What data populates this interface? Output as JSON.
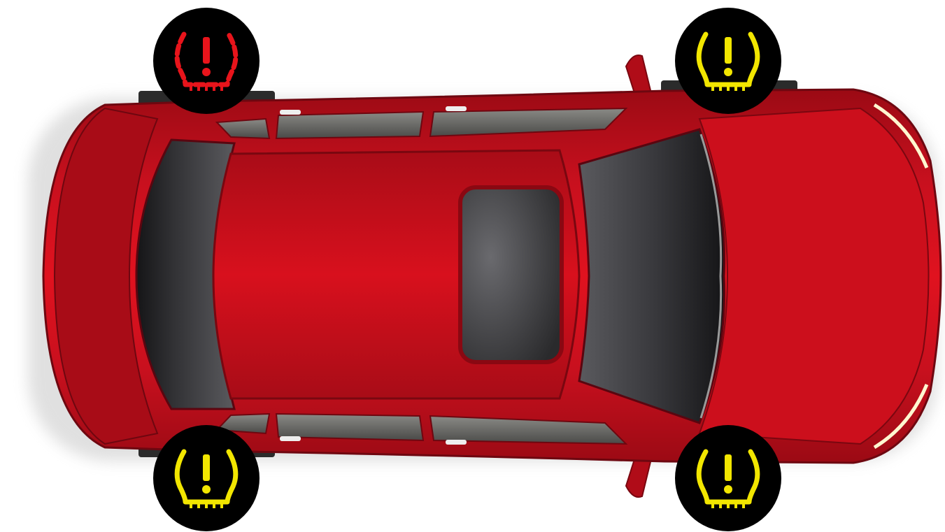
{
  "vehicle": {
    "icon": "car-top-view",
    "body_color": "#d0021b"
  },
  "tpms": {
    "icon": "tire-pressure-warning-icon",
    "colors": {
      "alert": "#e8141b",
      "warning": "#f2e600",
      "badge_background": "#000000"
    },
    "wheels": [
      {
        "position": "rear-left",
        "status": "alert"
      },
      {
        "position": "front-left",
        "status": "warning"
      },
      {
        "position": "rear-right",
        "status": "warning"
      },
      {
        "position": "front-right",
        "status": "warning"
      }
    ]
  }
}
